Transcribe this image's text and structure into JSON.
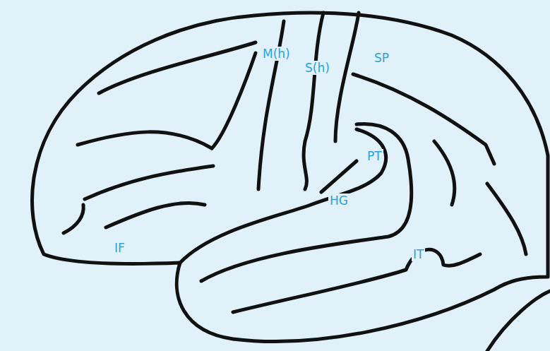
{
  "diagram": {
    "labels": [
      "M(h)",
      "S(h)",
      "SP",
      "PT",
      "HG",
      "IF",
      "IT"
    ]
  }
}
